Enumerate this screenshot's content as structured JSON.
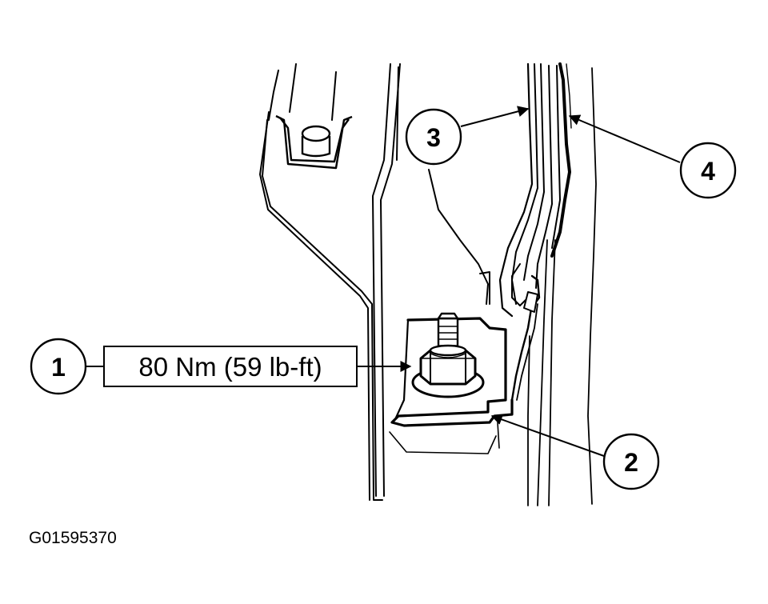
{
  "callouts": {
    "c1": "1",
    "c2": "2",
    "c3": "3",
    "c4": "4"
  },
  "torque_spec": "80 Nm (59 lb-ft)",
  "figure_id": "G01595370"
}
